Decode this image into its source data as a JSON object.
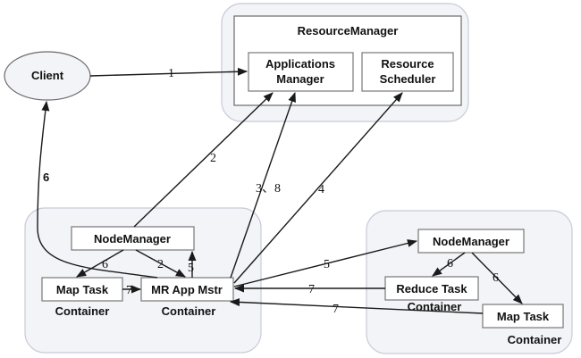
{
  "nodes": {
    "client": "Client",
    "resource_manager": "ResourceManager",
    "applications_manager": [
      "Applications",
      "Manager"
    ],
    "resource_scheduler": [
      "Resource",
      "Scheduler"
    ],
    "node_manager_left": "NodeManager",
    "map_task_left": "Map Task",
    "mr_app_mstr": "MR App Mstr",
    "container_left_1": "Container",
    "container_left_2": "Container",
    "node_manager_right": "NodeManager",
    "reduce_task": "Reduce Task",
    "container_right_1": "Container",
    "map_task_right": "Map Task",
    "container_right_2": "Container"
  },
  "edge_labels": {
    "client_to_apps": "1",
    "nm_to_apps": "2",
    "am_to_client": "6",
    "am_to_apps": "3、8",
    "am_to_scheduler": "4",
    "am_to_nm_right": "5",
    "am_to_nm_left": "5",
    "nm_to_map_left": "6",
    "nm_to_am": "2",
    "map_left_to_am": "7",
    "nm_right_to_reduce": "6",
    "nm_right_to_map_right": "6",
    "reduce_to_am": "7",
    "map_right_to_am": "7"
  }
}
